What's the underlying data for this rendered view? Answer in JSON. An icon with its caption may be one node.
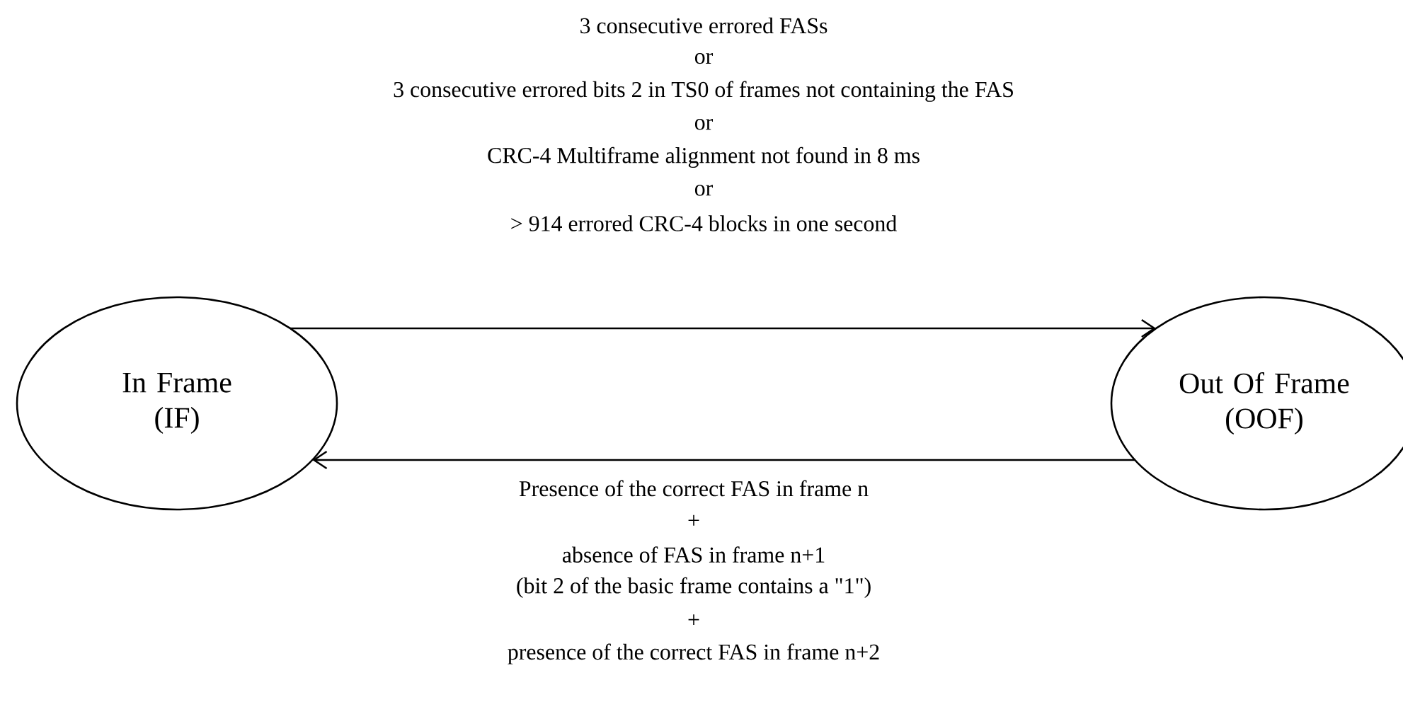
{
  "diagram": {
    "nodes": [
      {
        "text": [
          "In Frame (IF)"
        ]
      },
      {
        "text": [
          "Out Of Frame (OOF)"
        ]
      }
    ],
    "edges": [
      {
        "from": 0,
        "to": 1,
        "arrow": "to",
        "label": [
          "3 consecutive errored FASs",
          "or",
          "3 consecutive errored bits 2 in TS0 of frames not containing the FAS",
          "or",
          "CRC-4 Multiframe alignment not found in 8 ms",
          "or",
          "> 914 errored CRC-4 blocks in one second"
        ]
      },
      {
        "from": 1,
        "to": 0,
        "arrow": "to",
        "label": [
          "Presence of the correct FAS in frame n",
          "+",
          "absence of FAS in frame n+1",
          "(bit 2 of the basic frame contains a \"1\")",
          "+",
          "presence of the correct FAS in frame n+2"
        ]
      }
    ]
  }
}
